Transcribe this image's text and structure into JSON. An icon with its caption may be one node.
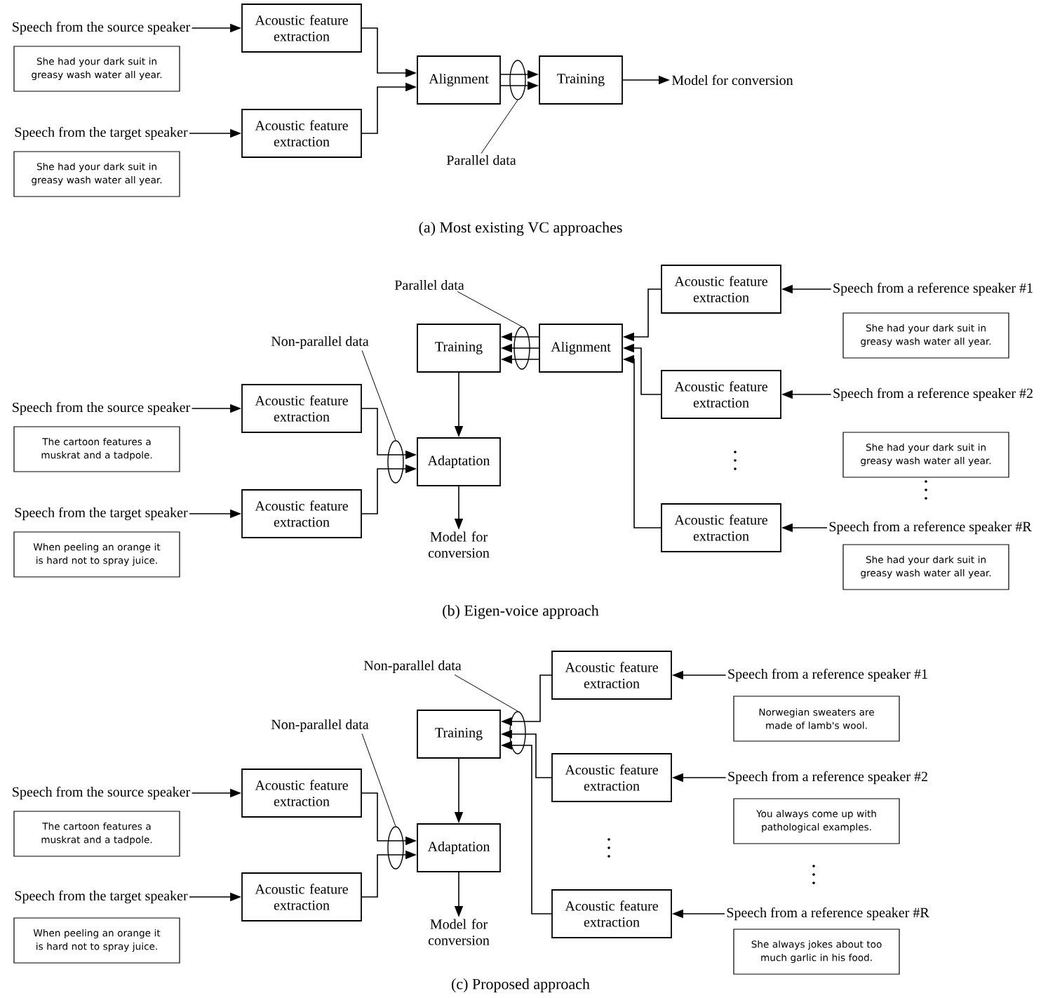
{
  "diagram": {
    "nodes": [
      {
        "text": [
          "Speech from the source speaker"
        ]
      },
      {
        "text": [
          "Acoustic feature extraction"
        ]
      },
      {
        "text": [
          "She had your dark suit in greasy wash water all year."
        ]
      },
      {
        "text": [
          "Alignment"
        ]
      },
      {
        "text": [],
        "shape": "ellipse"
      },
      {
        "text": [
          "Training"
        ]
      },
      {
        "text": [
          "Model for conversion"
        ]
      },
      {
        "text": [
          "Speech from the target speaker"
        ]
      },
      {
        "text": [
          "Acoustic feature extraction"
        ]
      },
      {
        "text": [
          "She had your dark suit in greasy wash water all year."
        ]
      },
      {
        "text": [
          "Parallel data"
        ]
      },
      {
        "text": [
          "Parallel data"
        ]
      },
      {
        "text": [
          "Acoustic feature extraction"
        ]
      },
      {
        "text": [
          "Speech from a reference speaker #1"
        ]
      },
      {
        "text": [
          "Training"
        ]
      },
      {
        "text": [],
        "shape": "ellipse"
      },
      {
        "text": [
          "Alignment"
        ]
      },
      {
        "text": [
          "She had your dark suit in greasy wash water all year."
        ]
      },
      {
        "text": [
          "Non-parallel data"
        ]
      },
      {
        "text": [
          "Acoustic feature extraction"
        ]
      },
      {
        "text": [
          "Speech from a reference speaker #2"
        ]
      },
      {
        "text": [
          "Speech from the source speaker"
        ]
      },
      {
        "text": [
          "Acoustic feature extraction"
        ]
      },
      {
        "text": [
          "The cartoon features a muskrat and a tadpole."
        ]
      },
      {
        "text": [],
        "shape": "ellipse"
      },
      {
        "text": [
          "Adaptation"
        ]
      },
      {
        "text": [
          "She had your dark suit in greasy wash water all year."
        ]
      },
      {
        "text": [
          "Speech from the target speaker"
        ]
      },
      {
        "text": [
          "Acoustic feature extraction"
        ]
      },
      {
        "text": [
          "Acoustic feature extraction"
        ]
      },
      {
        "text": [
          "Speech from a reference speaker #R"
        ]
      },
      {
        "text": [
          "Model for conversion"
        ]
      },
      {
        "text": [
          "When peeling an orange it is hard not to spray juice."
        ]
      },
      {
        "text": [
          "She had your dark suit in greasy wash water all year."
        ]
      },
      {
        "text": [
          "Non-parallel data"
        ]
      },
      {
        "text": [
          "Acoustic feature extraction"
        ]
      },
      {
        "text": [
          "Speech from a reference speaker #1"
        ]
      },
      {
        "text": [
          "Training"
        ]
      },
      {
        "text": [],
        "shape": "ellipse"
      },
      {
        "text": [
          "Norwegian sweaters are made of lamb's wool."
        ]
      },
      {
        "text": [
          "Non-parallel data"
        ]
      },
      {
        "text": [
          "Acoustic feature extraction"
        ]
      },
      {
        "text": [
          "Speech from a reference speaker #2"
        ]
      },
      {
        "text": [
          "Speech from the source speaker"
        ]
      },
      {
        "text": [
          "Acoustic feature extraction"
        ]
      },
      {
        "text": [
          "The cartoon features a muskrat and a tadpole."
        ]
      },
      {
        "text": [],
        "shape": "ellipse"
      },
      {
        "text": [
          "Adaptation"
        ]
      },
      {
        "text": [
          "You always come up with pathological examples."
        ]
      },
      {
        "text": [
          "Speech from the target speaker"
        ]
      },
      {
        "text": [
          "Acoustic feature extraction"
        ]
      },
      {
        "text": [
          "Acoustic feature extraction"
        ]
      },
      {
        "text": [
          "Speech from a reference speaker #R"
        ]
      },
      {
        "text": [
          "Model for conversion"
        ]
      },
      {
        "text": [
          "When peeling an orange it is hard not to spray juice."
        ]
      },
      {
        "text": [
          "She always jokes about too much garlic in his food."
        ]
      }
    ],
    "edges": [
      {
        "from": 0,
        "to": 1,
        "arrow": "to"
      },
      {
        "from": 7,
        "to": 8,
        "arrow": "to"
      },
      {
        "from": 1,
        "to": 3,
        "arrow": "to"
      },
      {
        "from": 8,
        "to": 3,
        "arrow": "to"
      },
      {
        "from": 3,
        "to": 5,
        "arrow": "to"
      },
      {
        "from": 3,
        "to": 5,
        "arrow": "to"
      },
      {
        "from": 5,
        "to": 6,
        "arrow": "to"
      },
      {
        "from": 10,
        "to": 4,
        "arrow": "none"
      },
      {
        "from": 13,
        "to": 12,
        "arrow": "to"
      },
      {
        "from": 20,
        "to": 19,
        "arrow": "to"
      },
      {
        "from": 30,
        "to": 29,
        "arrow": "to"
      },
      {
        "from": 12,
        "to": 16,
        "arrow": "to"
      },
      {
        "from": 19,
        "to": 16,
        "arrow": "to"
      },
      {
        "from": 29,
        "to": 16,
        "arrow": "to"
      },
      {
        "from": 16,
        "to": 14,
        "arrow": "to"
      },
      {
        "from": 16,
        "to": 14,
        "arrow": "to"
      },
      {
        "from": 16,
        "to": 14,
        "arrow": "to"
      },
      {
        "from": 14,
        "to": 25,
        "arrow": "to"
      },
      {
        "from": 21,
        "to": 22,
        "arrow": "to"
      },
      {
        "from": 27,
        "to": 28,
        "arrow": "to"
      },
      {
        "from": 22,
        "to": 25,
        "arrow": "to"
      },
      {
        "from": 28,
        "to": 25,
        "arrow": "to"
      },
      {
        "from": 25,
        "to": 31,
        "arrow": "to"
      },
      {
        "from": 11,
        "to": 15,
        "arrow": "none"
      },
      {
        "from": 18,
        "to": 24,
        "arrow": "none"
      },
      {
        "from": 36,
        "to": 35,
        "arrow": "to"
      },
      {
        "from": 42,
        "to": 41,
        "arrow": "to"
      },
      {
        "from": 52,
        "to": 51,
        "arrow": "to"
      },
      {
        "from": 35,
        "to": 37,
        "arrow": "to"
      },
      {
        "from": 41,
        "to": 37,
        "arrow": "to"
      },
      {
        "from": 51,
        "to": 37,
        "arrow": "to"
      },
      {
        "from": 37,
        "to": 47,
        "arrow": "to"
      },
      {
        "from": 43,
        "to": 44,
        "arrow": "to"
      },
      {
        "from": 49,
        "to": 50,
        "arrow": "to"
      },
      {
        "from": 44,
        "to": 47,
        "arrow": "to"
      },
      {
        "from": 50,
        "to": 47,
        "arrow": "to"
      },
      {
        "from": 47,
        "to": 53,
        "arrow": "to"
      },
      {
        "from": 34,
        "to": 38,
        "arrow": "none"
      },
      {
        "from": 40,
        "to": 46,
        "arrow": "none"
      }
    ],
    "labels": [
      "(a) Most existing VC approaches",
      "(b) Eigen-voice approach",
      "(c) Proposed approach"
    ]
  }
}
